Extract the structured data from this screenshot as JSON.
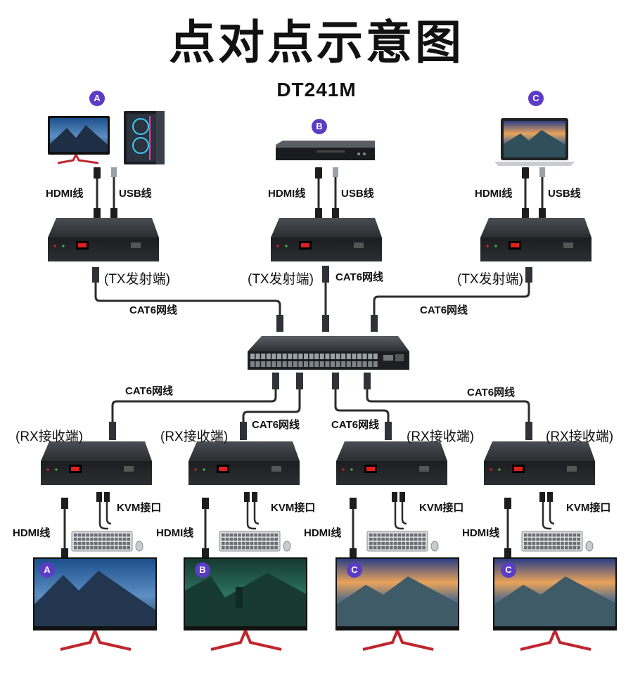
{
  "header": {
    "title": "点对点示意图",
    "model": "DT241M"
  },
  "sources": [
    {
      "badge": "A",
      "hdmi_label": "HDMI线",
      "usb_label": "USB线",
      "tx_label": "(TX发射端)"
    },
    {
      "badge": "B",
      "hdmi_label": "HDMI线",
      "usb_label": "USB线",
      "tx_label": "(TX发射端)",
      "cable_label": "CAT6网线"
    },
    {
      "badge": "C",
      "hdmi_label": "HDMI线",
      "usb_label": "USB线",
      "tx_label": "(TX发射端)"
    }
  ],
  "tx_cables": {
    "left": "CAT6网线",
    "right": "CAT6网线"
  },
  "receivers": [
    {
      "rx_label": "(RX接收端)",
      "cable_label": "CAT6网线",
      "hdmi_label": "HDMI线",
      "kvm_label": "KVM接口",
      "screen_badge": "A"
    },
    {
      "rx_label": "(RX接收端)",
      "cable_label": "CAT6网线",
      "hdmi_label": "HDMI线",
      "kvm_label": "KVM接口",
      "screen_badge": "B"
    },
    {
      "rx_label": "(RX接收端)",
      "cable_label": "CAT6网线",
      "hdmi_label": "HDMI线",
      "kvm_label": "KVM接口",
      "screen_badge": "C"
    },
    {
      "rx_label": "(RX接收端)",
      "cable_label": "CAT6网线",
      "hdmi_label": "HDMI线",
      "kvm_label": "KVM接口",
      "screen_badge": "C"
    }
  ],
  "colors": {
    "badge": "#5b3cc4",
    "device": "#2a2c30",
    "cable": "#2b2b2b",
    "stand": "#c0262e"
  }
}
